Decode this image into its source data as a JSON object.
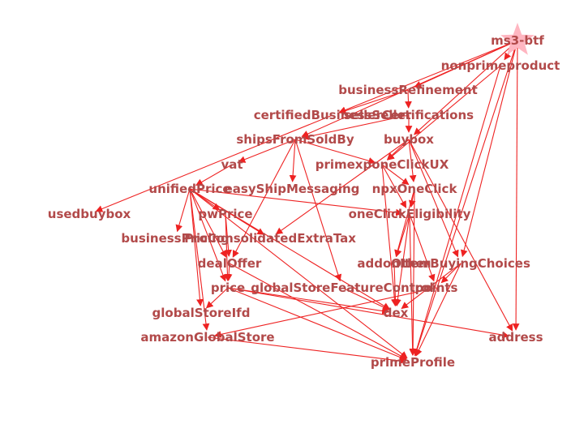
{
  "graph": {
    "root": "ms3-btf",
    "colors": {
      "edge": "#ee2222",
      "label": "#b24a4a",
      "root_marker": "#ffb6c1",
      "background": "#ffffff"
    },
    "nodes": [
      {
        "id": "ms3-btf",
        "label": "ms3-btf"
      },
      {
        "id": "nonprimeproduct",
        "label": "nonprimeproduct"
      },
      {
        "id": "businessRefinement",
        "label": "businessRefinement"
      },
      {
        "id": "certifiedBusinessSeller",
        "label": "certifiedBusinessSeller"
      },
      {
        "id": "sellerCertifications",
        "label": "sellerCertifications"
      },
      {
        "id": "shipsFromSoldBy",
        "label": "shipsFromSoldBy"
      },
      {
        "id": "buybox",
        "label": "buybox"
      },
      {
        "id": "vat",
        "label": "vat"
      },
      {
        "id": "primexponeClickUX",
        "label": "primexponeClickUX"
      },
      {
        "id": "unifiedPrice",
        "label": "unifiedPrice"
      },
      {
        "id": "easyShipMessaging",
        "label": "easyShipMessaging"
      },
      {
        "id": "npxOneClick",
        "label": "npxOneClick"
      },
      {
        "id": "usedbuybox",
        "label": "usedbuybox"
      },
      {
        "id": "pwPrice",
        "label": "pwPrice"
      },
      {
        "id": "oneClickEligibility",
        "label": "oneClickEligibility"
      },
      {
        "id": "businessPricing",
        "label": "businessPricing"
      },
      {
        "id": "ProConsolidatedExtraTax",
        "label": "ProConsolidatedExtraTax"
      },
      {
        "id": "addonItem",
        "label": "addonItem"
      },
      {
        "id": "OtherBuyingChoices",
        "label": "OtherBuyingChoices"
      },
      {
        "id": "dealOffer",
        "label": "dealOffer"
      },
      {
        "id": "price",
        "label": "price"
      },
      {
        "id": "globalStoreFeatureControl",
        "label": "globalStoreFeatureControl"
      },
      {
        "id": "points",
        "label": "points"
      },
      {
        "id": "globalStoreIfd",
        "label": "globalStoreIfd"
      },
      {
        "id": "dex",
        "label": "dex"
      },
      {
        "id": "amazonGlobalStore",
        "label": "amazonGlobalStore"
      },
      {
        "id": "address",
        "label": "address"
      },
      {
        "id": "primeProfile",
        "label": "primeProfile"
      }
    ],
    "edges": [
      [
        "ms3-btf",
        "nonprimeproduct"
      ],
      [
        "ms3-btf",
        "businessRefinement"
      ],
      [
        "ms3-btf",
        "certifiedBusinessSeller"
      ],
      [
        "ms3-btf",
        "shipsFromSoldBy"
      ],
      [
        "ms3-btf",
        "buybox"
      ],
      [
        "ms3-btf",
        "address"
      ],
      [
        "ms3-btf",
        "primeProfile"
      ],
      [
        "ms3-btf",
        "OtherBuyingChoices"
      ],
      [
        "businessRefinement",
        "sellerCertifications"
      ],
      [
        "businessRefinement",
        "certifiedBusinessSeller"
      ],
      [
        "sellerCertifications",
        "shipsFromSoldBy"
      ],
      [
        "sellerCertifications",
        "buybox"
      ],
      [
        "nonprimeproduct",
        "primexponeClickUX"
      ],
      [
        "nonprimeproduct",
        "primeProfile"
      ],
      [
        "shipsFromSoldBy",
        "vat"
      ],
      [
        "shipsFromSoldBy",
        "primexponeClickUX"
      ],
      [
        "shipsFromSoldBy",
        "easyShipMessaging"
      ],
      [
        "shipsFromSoldBy",
        "dealOffer"
      ],
      [
        "shipsFromSoldBy",
        "globalStoreFeatureControl"
      ],
      [
        "certifiedBusinessSeller",
        "usedbuybox"
      ],
      [
        "vat",
        "unifiedPrice"
      ],
      [
        "buybox",
        "primexponeClickUX"
      ],
      [
        "buybox",
        "npxOneClick"
      ],
      [
        "buybox",
        "OtherBuyingChoices"
      ],
      [
        "buybox",
        "address"
      ],
      [
        "buybox",
        "ProConsolidatedExtraTax"
      ],
      [
        "primexponeClickUX",
        "dex"
      ],
      [
        "primexponeClickUX",
        "npxOneClick"
      ],
      [
        "primexponeClickUX",
        "oneClickEligibility"
      ],
      [
        "npxOneClick",
        "oneClickEligibility"
      ],
      [
        "npxOneClick",
        "primeProfile"
      ],
      [
        "npxOneClick",
        "addonItem"
      ],
      [
        "unifiedPrice",
        "pwPrice"
      ],
      [
        "unifiedPrice",
        "businessPricing"
      ],
      [
        "unifiedPrice",
        "ProConsolidatedExtraTax"
      ],
      [
        "unifiedPrice",
        "dealOffer"
      ],
      [
        "unifiedPrice",
        "price"
      ],
      [
        "unifiedPrice",
        "globalStoreIfd"
      ],
      [
        "unifiedPrice",
        "amazonGlobalStore"
      ],
      [
        "unifiedPrice",
        "oneClickEligibility"
      ],
      [
        "unifiedPrice",
        "primeProfile"
      ],
      [
        "unifiedPrice",
        "dex"
      ],
      [
        "pwPrice",
        "dealOffer"
      ],
      [
        "pwPrice",
        "price"
      ],
      [
        "oneClickEligibility",
        "addonItem"
      ],
      [
        "oneClickEligibility",
        "primeProfile"
      ],
      [
        "oneClickEligibility",
        "dex"
      ],
      [
        "oneClickEligibility",
        "points"
      ],
      [
        "OtherBuyingChoices",
        "dex"
      ],
      [
        "OtherBuyingChoices",
        "primeProfile"
      ],
      [
        "OtherBuyingChoices",
        "points"
      ],
      [
        "addonItem",
        "dex"
      ],
      [
        "points",
        "amazonGlobalStore"
      ],
      [
        "dealOffer",
        "price"
      ],
      [
        "dealOffer",
        "primeProfile"
      ],
      [
        "price",
        "globalStoreIfd"
      ],
      [
        "price",
        "dex"
      ],
      [
        "price",
        "address"
      ],
      [
        "price",
        "primeProfile"
      ],
      [
        "globalStoreFeatureControl",
        "dex"
      ],
      [
        "amazonGlobalStore",
        "primeProfile"
      ]
    ]
  }
}
